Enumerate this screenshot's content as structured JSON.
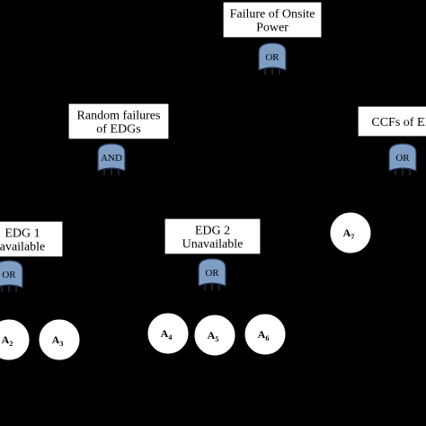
{
  "diagram": {
    "type": "fault-tree",
    "colors": {
      "background": "#000000",
      "box": "#ffffff",
      "gate_fill": "#7f9ec4",
      "gate_stroke": "#2b3a55"
    },
    "events": [
      {
        "id": "top",
        "lines": [
          "Failure of Onsite",
          "Power"
        ]
      },
      {
        "id": "random",
        "lines": [
          "Random failures",
          "of EDGs"
        ]
      },
      {
        "id": "ccf",
        "lines": [
          "CCFs of ED"
        ]
      },
      {
        "id": "edg1",
        "lines": [
          "EDG 1",
          "available"
        ]
      },
      {
        "id": "edg2",
        "lines": [
          "EDG 2",
          "Unavailable"
        ]
      }
    ],
    "gates": [
      {
        "id": "g-top",
        "label": "OR"
      },
      {
        "id": "g-random",
        "label": "AND"
      },
      {
        "id": "g-ccf",
        "label": "OR"
      },
      {
        "id": "g-edg1",
        "label": "OR"
      },
      {
        "id": "g-edg2",
        "label": "OR"
      }
    ],
    "basic_events": [
      {
        "id": "a7",
        "base": "A",
        "sub": "7"
      },
      {
        "id": "a2",
        "base": "A",
        "sub": "2"
      },
      {
        "id": "a3",
        "base": "A",
        "sub": "3"
      },
      {
        "id": "a4",
        "base": "A",
        "sub": "4"
      },
      {
        "id": "a5",
        "base": "A",
        "sub": "5"
      },
      {
        "id": "a6",
        "base": "A",
        "sub": "6"
      }
    ]
  }
}
